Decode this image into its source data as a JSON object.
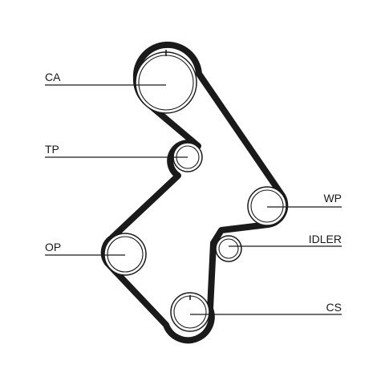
{
  "labels": {
    "ca": "CA",
    "tp": "TP",
    "op": "OP",
    "wp": "WP",
    "idler": "IDLER",
    "cs": "CS"
  }
}
